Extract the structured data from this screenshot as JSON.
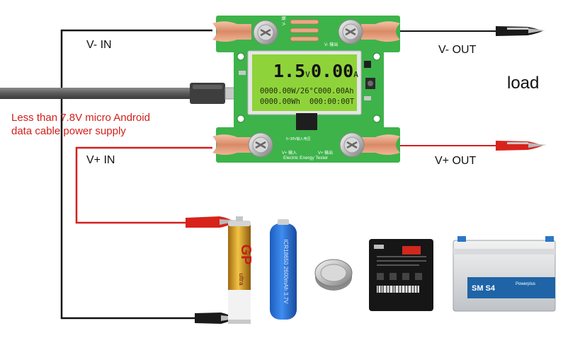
{
  "labels": {
    "v_minus_in": "V- IN",
    "v_minus_out": "V- OUT",
    "v_plus_in": "V+ IN",
    "v_plus_out": "V+ OUT",
    "load": "load",
    "supply_line1": "Less than 7.8V micro Android",
    "supply_line2": "data cable power supply"
  },
  "lcd": {
    "voltage": "1.5",
    "voltage_unit": "V",
    "current": "0.00",
    "current_unit": "A",
    "row1_left": "0000.00W/26°C",
    "row1_right": "000.00Ah",
    "row2_left": "0000.00Wh",
    "row2_right": "000:00:00T"
  },
  "board": {
    "title": "Electric Energy Tester",
    "top_left_pin": "V- 输入",
    "top_right_pin": "V- 输出",
    "bottom_left_pin": "V+ 输入",
    "bottom_right_pin": "V+ 输出",
    "note": "5~30V输入电压"
  },
  "colors": {
    "pcb_green": "#3db34a",
    "lcd_green": "#8fd33a",
    "wire_red": "#d41f1f",
    "wire_black": "#111111"
  }
}
